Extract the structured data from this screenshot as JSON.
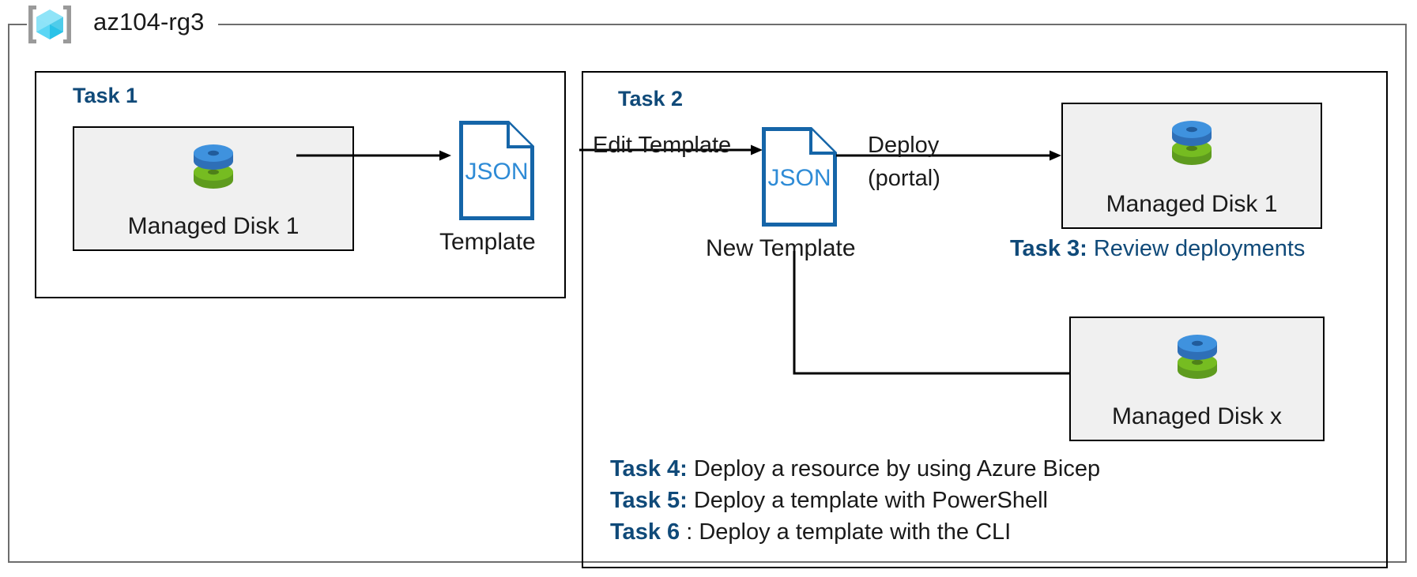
{
  "resource_group": {
    "name": "az104-rg3",
    "icon": "azure-resource-group-icon"
  },
  "task1": {
    "heading": "Task 1",
    "resource": {
      "label": "Managed Disk 1",
      "icon": "managed-disk-icon"
    },
    "template": {
      "icon_text": "JSON",
      "caption": "Template"
    }
  },
  "task2": {
    "heading": "Task 2",
    "edit_arrow_label": "Edit Template",
    "new_template": {
      "icon_text": "JSON",
      "caption": "New Template"
    },
    "deploy_arrow_label_line1": "Deploy",
    "deploy_arrow_label_line2": "(portal)",
    "deployed_disk": {
      "label": "Managed Disk 1",
      "icon": "managed-disk-icon"
    },
    "scaled_disk": {
      "label": "Managed Disk x",
      "icon": "managed-disk-icon"
    }
  },
  "notes": {
    "task3": {
      "key": "Task 3:",
      "value": "Review deployments"
    },
    "task4": {
      "key": "Task 4:",
      "value": "Deploy a resource by using Azure Bicep"
    },
    "task5": {
      "key": "Task 5:",
      "value": "Deploy a template with PowerShell"
    },
    "task6": {
      "key": "Task 6",
      "value": ": Deploy a template with the CLI"
    }
  },
  "colors": {
    "accent_blue": "#104A79",
    "json_blue": "#1565A8",
    "disk_blue": "#3A8DDE",
    "disk_green": "#6FB324",
    "cube_cyan": "#5BD6F5",
    "container_gray": "#6d6d6d",
    "resource_fill": "#f0f0f0"
  }
}
